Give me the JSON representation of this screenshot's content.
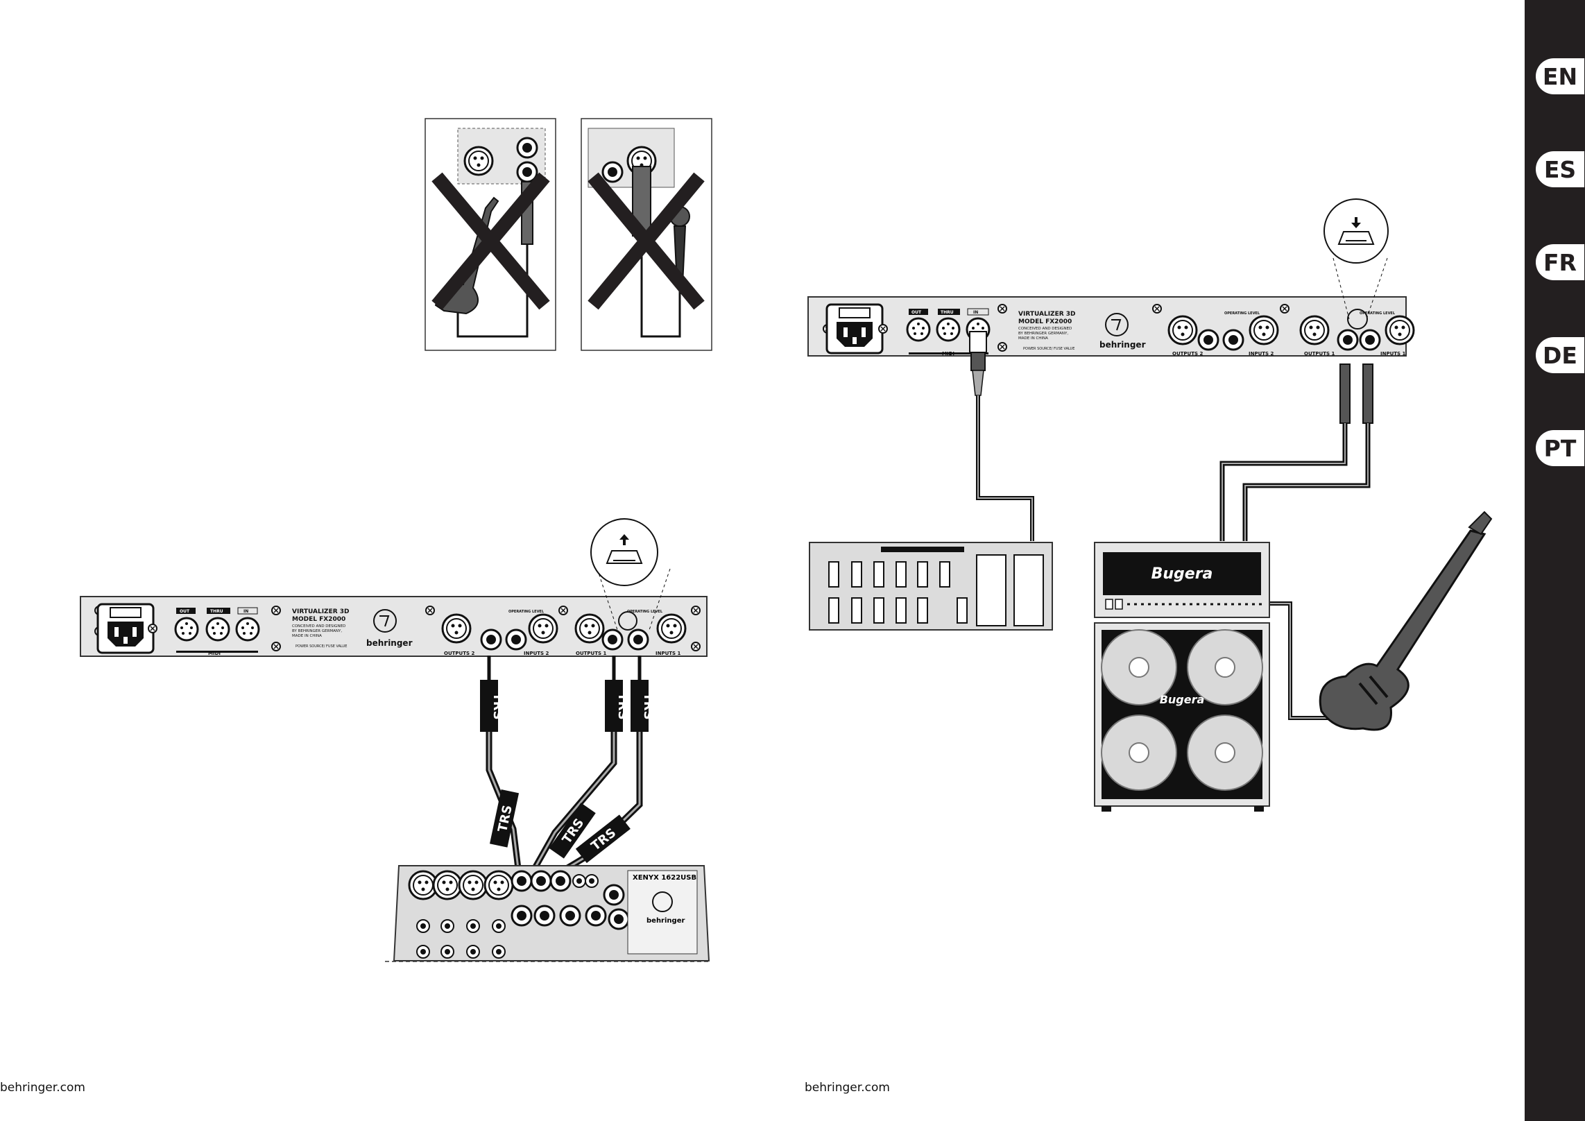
{
  "languages": [
    "EN",
    "ES",
    "FR",
    "DE",
    "PT"
  ],
  "footer": {
    "left": "behringer.com",
    "right": "behringer.com"
  },
  "device": {
    "model_line1": "VIRTUALIZER 3D",
    "model_line2": "MODEL FX2000",
    "origin_lines": [
      "CONCEIVED AND DESIGNED",
      "BY BEHRINGER GERMANY,",
      "MADE IN CHINA"
    ],
    "power_note": "POWER SOURCE/ FUSE VALUE",
    "brand": "behringer",
    "midi": "MIDI",
    "midi_out": "OUT",
    "midi_thru": "THRU",
    "midi_in": "IN",
    "outputs_2": "OUTPUTS 2",
    "inputs_2": "INPUTS 2",
    "outputs_1": "OUTPUTS 1",
    "inputs_1": "INPUTS 1",
    "operating_level": "OPERATING LEVEL"
  },
  "cable_label": "TRS",
  "amp_brand": "Bugera",
  "mixer_model": "XENYX 1622USB"
}
